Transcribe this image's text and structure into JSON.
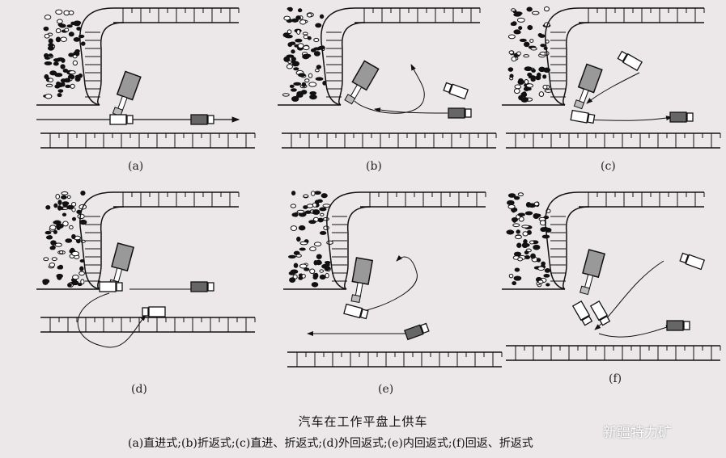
{
  "figure": {
    "title": "汽车在工作平盘上供车",
    "caption": "(a)直进式;(b)折返式;(c)直进、折返式;(d)外回返式;(e)内回返式;(f)回返、折返式",
    "panels": [
      {
        "id": "a",
        "label": "(a)"
      },
      {
        "id": "b",
        "label": "(b)"
      },
      {
        "id": "c",
        "label": "(c)"
      },
      {
        "id": "d",
        "label": "(d)"
      },
      {
        "id": "e",
        "label": "(e)"
      },
      {
        "id": "f",
        "label": "(f)"
      }
    ]
  },
  "watermark": "新疆特力矿"
}
